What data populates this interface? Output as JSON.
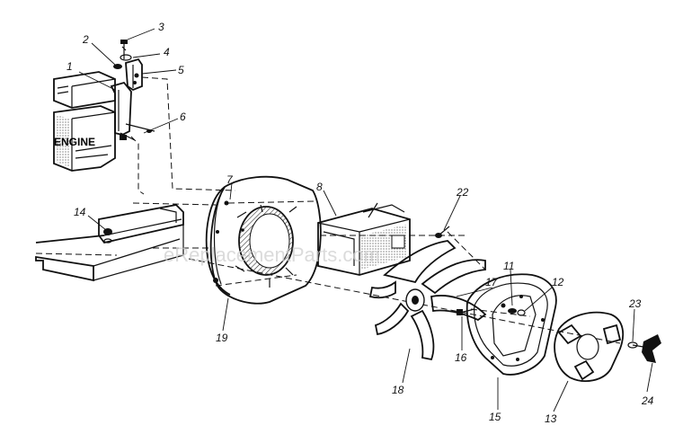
{
  "engine_label": "ENGINE",
  "watermark": "eReplacementParts.com",
  "callouts": [
    {
      "id": "p1",
      "label": "1"
    },
    {
      "id": "p2",
      "label": "2"
    },
    {
      "id": "p3",
      "label": "3"
    },
    {
      "id": "p4",
      "label": "4"
    },
    {
      "id": "p5",
      "label": "5"
    },
    {
      "id": "p6",
      "label": "6"
    },
    {
      "id": "p7",
      "label": "7"
    },
    {
      "id": "p8",
      "label": "8"
    },
    {
      "id": "p11",
      "label": "11"
    },
    {
      "id": "p12",
      "label": "12"
    },
    {
      "id": "p13",
      "label": "13"
    },
    {
      "id": "p14",
      "label": "14"
    },
    {
      "id": "p15",
      "label": "15"
    },
    {
      "id": "p16",
      "label": "16"
    },
    {
      "id": "p17",
      "label": "17"
    },
    {
      "id": "p18",
      "label": "18"
    },
    {
      "id": "p19",
      "label": "19"
    },
    {
      "id": "p22",
      "label": "22"
    },
    {
      "id": "p23",
      "label": "23"
    },
    {
      "id": "p24",
      "label": "24"
    }
  ]
}
